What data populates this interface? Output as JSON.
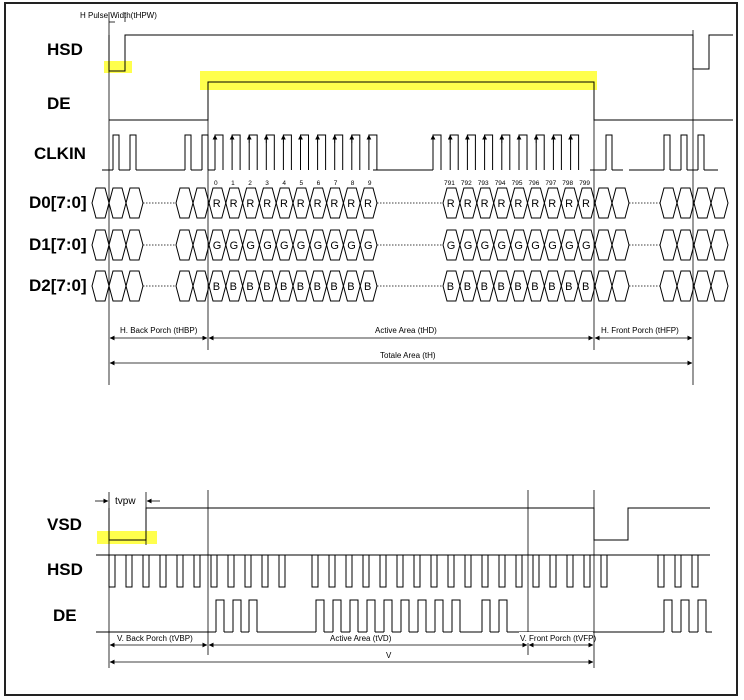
{
  "colors": {
    "highlight": "#ffff4d",
    "line": "#000000"
  },
  "top": {
    "signals": {
      "hsd": "HSD",
      "de": "DE",
      "clkin": "CLKIN",
      "d0": "D0[7:0]",
      "d1": "D1[7:0]",
      "d2": "D2[7:0]"
    },
    "pulse_width_label": "H Pulse Width(tHPW)",
    "pixel_indices_start": [
      "0",
      "1",
      "2",
      "3",
      "4",
      "5",
      "6",
      "7",
      "8",
      "9"
    ],
    "pixel_indices_end": [
      "791",
      "792",
      "793",
      "794",
      "795",
      "796",
      "797",
      "798",
      "799"
    ],
    "d0_letter": "R",
    "d1_letter": "G",
    "d2_letter": "B",
    "back_porch_label": "H. Back Porch (tHBP)",
    "active_area_label": "Active Area (tHD)",
    "front_porch_label": "H. Front Porch (tHFP)",
    "total_area_label": "Totale Area (tH)"
  },
  "bottom": {
    "signals": {
      "vsd": "VSD",
      "hsd": "HSD",
      "de": "DE"
    },
    "tvpw_label": "tvpw",
    "back_porch_label": "V. Back Porch (tVBP)",
    "active_area_label": "Active Area (tVD)",
    "front_porch_label": "V. Front Porch (tVFP)",
    "total_label": "V"
  }
}
